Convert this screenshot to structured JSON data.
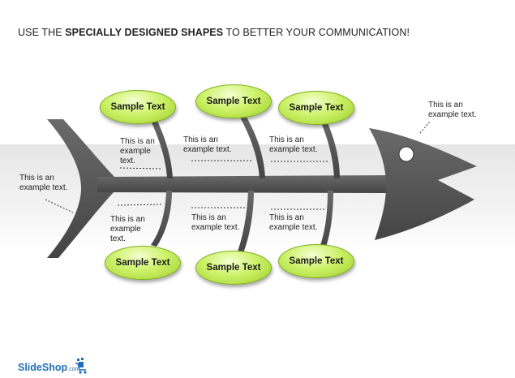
{
  "headline": {
    "prefix": "USE THE ",
    "emphasis": "SPECIALLY DESIGNED SHAPES",
    "suffix": " TO BETTER YOUR COMMUNICATION!"
  },
  "ovals": {
    "top_left": "Sample Text",
    "top_middle": "Sample Text",
    "top_right": "Sample Text",
    "bottom_left": "Sample Text",
    "bottom_middle": "Sample Text",
    "bottom_right": "Sample Text"
  },
  "notes": {
    "head": "This is an example text.",
    "tail": "This is an example text.",
    "upper_left": "This is an example text.",
    "upper_middle": "This is an example text.",
    "upper_right": "This is an example text.",
    "lower_left": "This is an example text.",
    "lower_middle": "This is an example text.",
    "lower_right": "This is an example text."
  },
  "logo": {
    "name": "SlideShop",
    "suffix": ".com"
  },
  "colors": {
    "fish": "#555555",
    "oval_fill": "#c8ef5c",
    "oval_border": "#7fae1c",
    "logo": "#1f6fb8"
  }
}
